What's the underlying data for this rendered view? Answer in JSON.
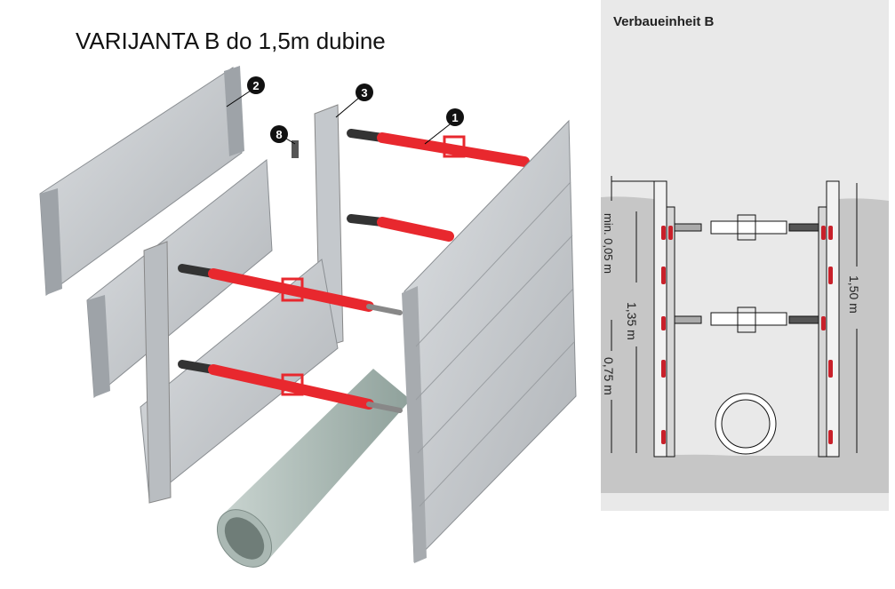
{
  "left": {
    "title": "VARIJANTA B do 1,5m dubine",
    "callouts": [
      "1",
      "2",
      "3",
      "8"
    ]
  },
  "right": {
    "title": "Verbaueinheit B",
    "dimensions": {
      "min_depth": "min. 0,05 m",
      "upper": "1,35 m",
      "lower": "0,75 m",
      "total": "1,50 m"
    }
  },
  "colors": {
    "strut": "#e8282e",
    "panel": "#c9cccf",
    "ground": "#c6c6c6",
    "trench": "#e9e9e9"
  }
}
